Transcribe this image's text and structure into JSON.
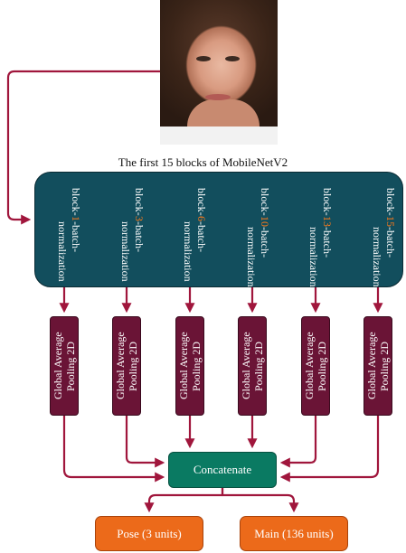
{
  "title": "The first 15 blocks of MobileNetV2",
  "blocks": [
    {
      "prefix": "block-",
      "num": "1",
      "suffix": "-batch-normalization"
    },
    {
      "prefix": "block-",
      "num": "3",
      "suffix": "-batch-normalization"
    },
    {
      "prefix": "block-",
      "num": "6",
      "suffix": "-batch-normalization"
    },
    {
      "prefix": "block-",
      "num": "10",
      "suffix": "-batch-normalization"
    },
    {
      "prefix": "block-",
      "num": "13",
      "suffix": "-batch-normalization"
    },
    {
      "prefix": "block-",
      "num": "15",
      "suffix": "-batch-normalization"
    }
  ],
  "pooling_label": "Global Average Pooling 2D",
  "concat_label": "Concatenate",
  "outputs": {
    "pose": "Pose (3 units)",
    "main": "Main (136 units)"
  },
  "colors": {
    "arrow": "#a0163c",
    "panel": "#124e5d",
    "pool": "#6a1436",
    "concat": "#0a7a62",
    "output": "#ec6a1a",
    "block_number": "#ff7a1a"
  }
}
